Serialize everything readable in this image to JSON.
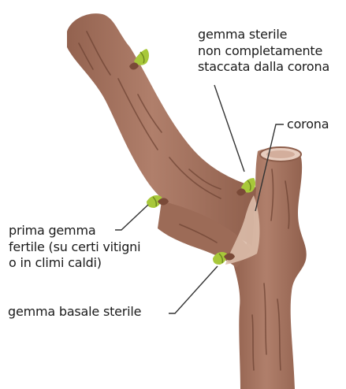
{
  "diagram": {
    "labels": {
      "gemma_sterile": {
        "lines": [
          "gemma sterile",
          "non completamente",
          "staccata dalla corona"
        ]
      },
      "corona": {
        "lines": [
          "corona"
        ]
      },
      "prima_gemma": {
        "lines": [
          "prima gemma",
          "fertile (su certi vitigni",
          "o in climi caldi)"
        ]
      },
      "gemma_basale": {
        "lines": [
          "gemma basale sterile"
        ]
      }
    },
    "colors": {
      "bark": "#a67662",
      "bark_shadow": "#8d5e4b",
      "bark_highlight": "#c0917e",
      "bark_crack": "#6f4434",
      "bud_green": "#a8c83a",
      "bud_dark": "#6f8a1f",
      "bud_base": "#7a4a38",
      "corona_fill": "#dcbcaa",
      "leader_line": "#333333"
    }
  }
}
